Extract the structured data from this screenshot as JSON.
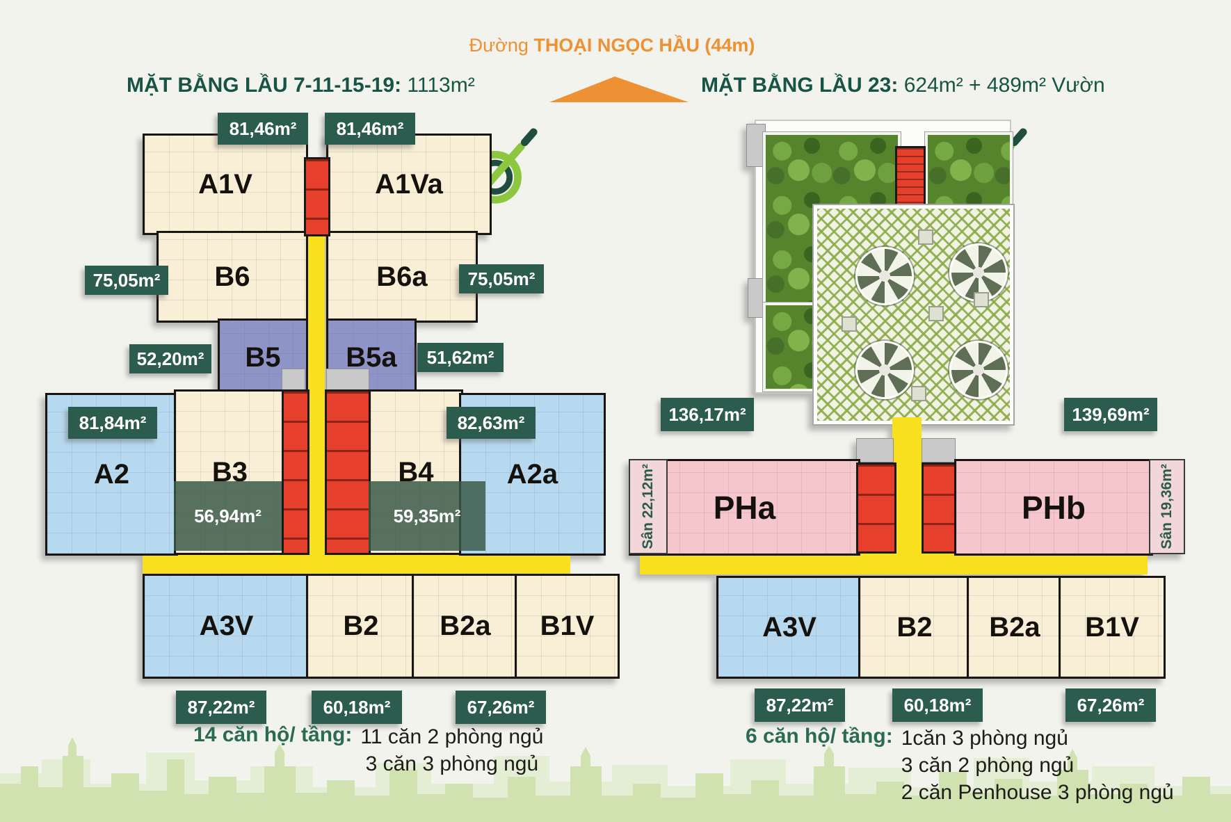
{
  "header": {
    "road_prefix": "Đường",
    "road_name": "THOẠI NGỌC HẦU (44m)"
  },
  "left_plan": {
    "title_bold": "MẶT BẰNG LẦU 7-11-15-19:",
    "title_value": "1113m²",
    "units": {
      "a1v": {
        "label": "A1V",
        "area": "81,46m²"
      },
      "a1va": {
        "label": "A1Va",
        "area": "81,46m²"
      },
      "b6": {
        "label": "B6",
        "area": "75,05m²"
      },
      "b6a": {
        "label": "B6a",
        "area": "75,05m²"
      },
      "b5": {
        "label": "B5",
        "area": "52,20m²"
      },
      "b5a": {
        "label": "B5a",
        "area": "51,62m²"
      },
      "a2": {
        "label": "A2",
        "area": "81,84m²"
      },
      "b3": {
        "label": "B3",
        "area": "56,94m²"
      },
      "b4": {
        "label": "B4",
        "area": "59,35m²"
      },
      "a2a": {
        "label": "A2a",
        "area": "82,63m²"
      },
      "a3v": {
        "label": "A3V",
        "area": "87,22m²"
      },
      "b2": {
        "label": "B2",
        "area": "60,18m²"
      },
      "b2a": {
        "label": "B2a"
      },
      "b1v": {
        "label": "B1V",
        "area": "67,26m²"
      }
    },
    "summary": {
      "label": "14 căn hộ/ tầng:",
      "lines": [
        "11 căn 2 phòng ngủ",
        "3 căn 3 phòng ngủ"
      ]
    }
  },
  "right_plan": {
    "title_bold": "MẶT BẰNG LẦU 23:",
    "title_value": "624m² + 489m² Vườn",
    "units": {
      "pha": {
        "label": "PHa",
        "area": "136,17m²",
        "san": "Sân 22,12m²"
      },
      "phb": {
        "label": "PHb",
        "area": "139,69m²",
        "san": "Sân 19,36m²"
      },
      "a3v": {
        "label": "A3V",
        "area": "87,22m²"
      },
      "b2": {
        "label": "B2",
        "area": "60,18m²"
      },
      "b2a": {
        "label": "B2a"
      },
      "b1v": {
        "label": "B1V",
        "area": "67,26m²"
      }
    },
    "summary": {
      "label": "6 căn hộ/ tầng:",
      "lines": [
        "1căn 3 phòng ngủ",
        "3 căn 2 phòng ngủ",
        "2 căn Penhouse 3 phòng ngủ"
      ]
    }
  },
  "colors": {
    "title_green": "#185445",
    "badge_green": "#2c5c4d",
    "summary_green": "#2a6b51",
    "road_orange": "#ee9134",
    "corridor_yellow": "#f8e01f",
    "core_red": "#e6402c",
    "unit_cream": "#f9efd6",
    "unit_blue": "#b7d9f0",
    "unit_purple": "#8e93c8",
    "unit_pink": "#f6c6cd",
    "garden_green": "#55842c",
    "skyline_green": "#cfe2b0"
  }
}
